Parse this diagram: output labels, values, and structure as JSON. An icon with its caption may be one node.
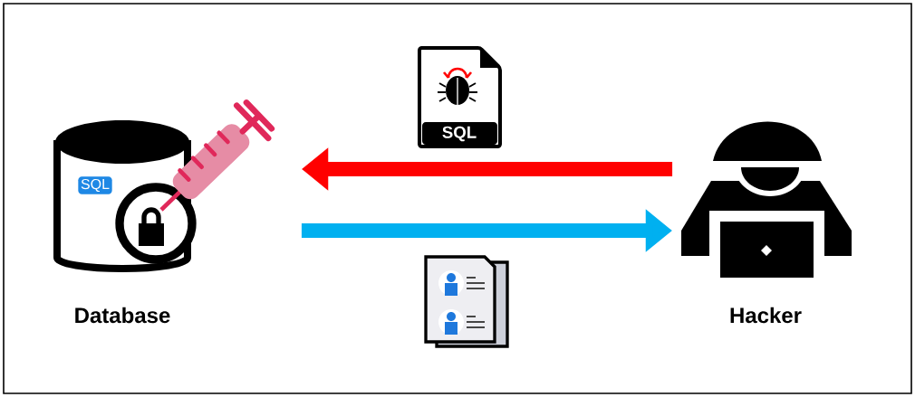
{
  "diagram": {
    "nodes": [
      {
        "text": [
          "Database"
        ]
      },
      {
        "text": [
          "Hacker"
        ]
      }
    ],
    "edges": [
      {
        "from": 1,
        "to": 0,
        "arrow": "to",
        "color": "#ff0000"
      },
      {
        "from": 0,
        "to": 1,
        "arrow": "to",
        "color": "#00b0f0"
      }
    ],
    "labels": [
      "SQL",
      "SQL"
    ]
  }
}
